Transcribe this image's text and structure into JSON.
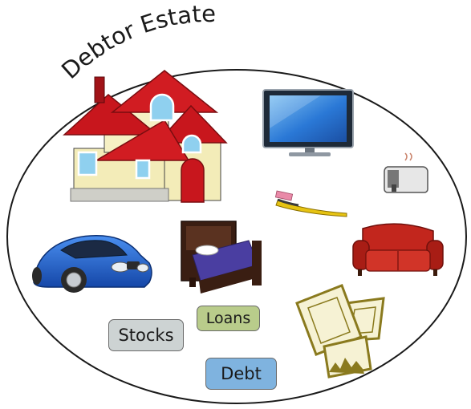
{
  "diagram": {
    "title": "Debtor Estate",
    "labels": {
      "stocks": "Stocks",
      "loans": "Loans",
      "debt": "Debt"
    }
  },
  "colors": {
    "house_roof": "#c8161d",
    "house_wall": "#f3ecb8",
    "car_body": "#1f63c9",
    "sofa": "#c2261d",
    "tv_screen": "#2a78d6",
    "frames": "#8a7a1e",
    "stocks_fill": "#cdd3d3",
    "loans_fill": "#b9cc8b",
    "debt_fill": "#7fb3df"
  },
  "icons": [
    "house-icon",
    "television-icon",
    "toaster-icon",
    "toothbrush-icon",
    "bed-icon",
    "sofa-icon",
    "car-icon",
    "picture-frames-icon"
  ]
}
